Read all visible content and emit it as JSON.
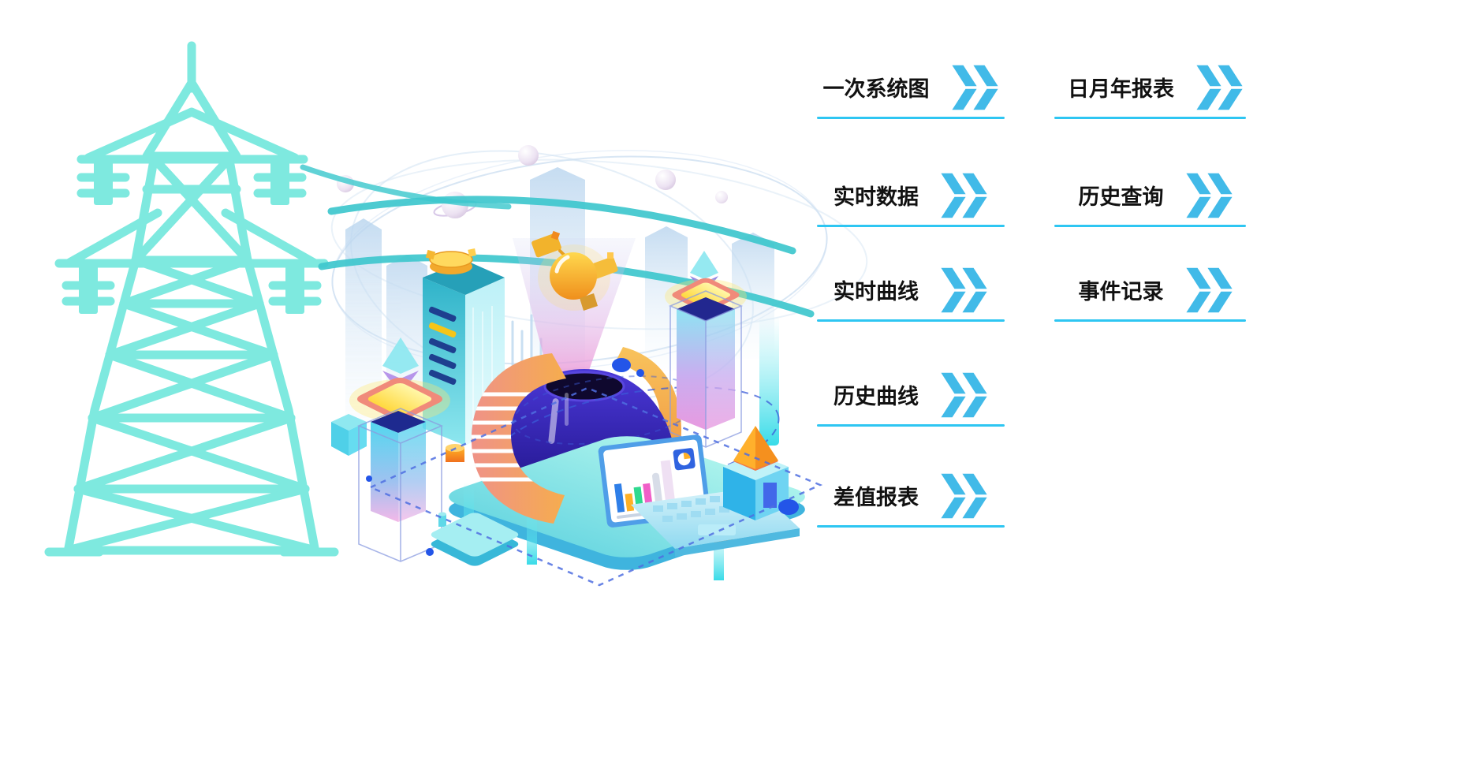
{
  "menu": {
    "items": [
      {
        "label": "一次系统图",
        "column": 1,
        "row": 1,
        "icon": "double-chevron-right-icon"
      },
      {
        "label": "日月年报表",
        "column": 2,
        "row": 1,
        "icon": "double-chevron-right-icon"
      },
      {
        "label": "实时数据",
        "column": 1,
        "row": 2,
        "icon": "double-chevron-right-icon"
      },
      {
        "label": "历史查询",
        "column": 2,
        "row": 2,
        "icon": "double-chevron-right-icon"
      },
      {
        "label": "实时曲线",
        "column": 1,
        "row": 3,
        "icon": "double-chevron-right-icon"
      },
      {
        "label": "事件记录",
        "column": 2,
        "row": 3,
        "icon": "double-chevron-right-icon"
      },
      {
        "label": "历史曲线",
        "column": 1,
        "row": 4,
        "icon": "double-chevron-right-icon"
      },
      {
        "label": "差值报表",
        "column": 1,
        "row": 5,
        "icon": "double-chevron-right-icon"
      }
    ],
    "colors": {
      "chevron_blue": "#41bae8",
      "underline_cyan": "#2ec6f2",
      "label_text": "#111111"
    }
  },
  "illustration": {
    "elements": [
      "transmission-tower",
      "power-lines",
      "orbit-rings",
      "pearl-spheres",
      "city-buildings",
      "server-tower",
      "light-bulb-satellite",
      "light-cone",
      "hologram-dome",
      "striped-data-ribbon",
      "glass-columns",
      "crystal-diamonds",
      "platform",
      "laptop-dashboard",
      "cube-with-pyramid",
      "router-box",
      "floor-dashed-diamond"
    ],
    "colors": {
      "tower_cyan": "#7ee9df",
      "swoosh_teal": "#3ec7cd",
      "dome_indigo": "#3b2bb8",
      "ribbon_orange": "#f6ad4d",
      "platform_teal": "#7fe9e3",
      "glow_yellow": "#ffd83e"
    }
  }
}
